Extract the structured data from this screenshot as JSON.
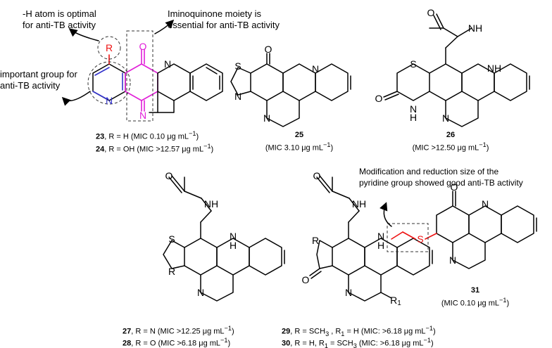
{
  "colors": {
    "accent_magenta": "#e11fd8",
    "accent_red": "#ee1111",
    "accent_blue": "#3333cc"
  },
  "annotations": {
    "h_atom": [
      "-H atom is optimal",
      "for anti-TB activity"
    ],
    "iminoquinone": [
      "Iminoquinone moiety is",
      "essential for anti-TB activity"
    ],
    "important": [
      "important group for",
      "anti-TB activity"
    ],
    "modification": [
      "Modification and reduction size of the",
      "pyridine group showed good anti-TB activity"
    ]
  },
  "compounds": {
    "c23": {
      "num": "23",
      "text": ", R = H (MIC 0.10 μg mL",
      "sup": "−1",
      "end": ")"
    },
    "c24": {
      "num": "24",
      "text": ", R = OH (MIC >12.57 μg mL",
      "sup": "−1",
      "end": ")"
    },
    "c25": {
      "num": "25",
      "text": "(MIC 3.10 μg mL",
      "sup": "−1",
      "end": ")"
    },
    "c26": {
      "num": "26",
      "text": "(MIC >12.50 μg mL",
      "sup": "−1",
      "end": ")"
    },
    "c27": {
      "num": "27",
      "text": ", R = N (MIC >12.25 μg mL",
      "sup": "−1",
      "end": ")"
    },
    "c28": {
      "num": "28",
      "text": ", R = O (MIC >6.18 μg mL",
      "sup": "−1",
      "end": ")"
    },
    "c29": {
      "num": "29",
      "text": ", R = SCH",
      "sub": "3",
      "text2": " , R",
      "sub2": "1",
      "text3": " = H (MIC: >6.18 μg mL",
      "sup": "−1",
      "end": ")"
    },
    "c30": {
      "num": "30",
      "text": ", R = H, R",
      "sub": "1",
      "text2": " = SCH",
      "sub2": "3",
      "text3": " (MIC: >6.18 μg mL",
      "sup": "−1",
      "end": ")"
    },
    "c31": {
      "num": "31",
      "text": "(MIC 0.10 μg mL",
      "sup": "−1",
      "end": ")"
    }
  },
  "atoms": {
    "R": "R",
    "O": "O",
    "N": "N",
    "S": "S",
    "H": "H",
    "NH": "NH",
    "R1": "R"
  }
}
